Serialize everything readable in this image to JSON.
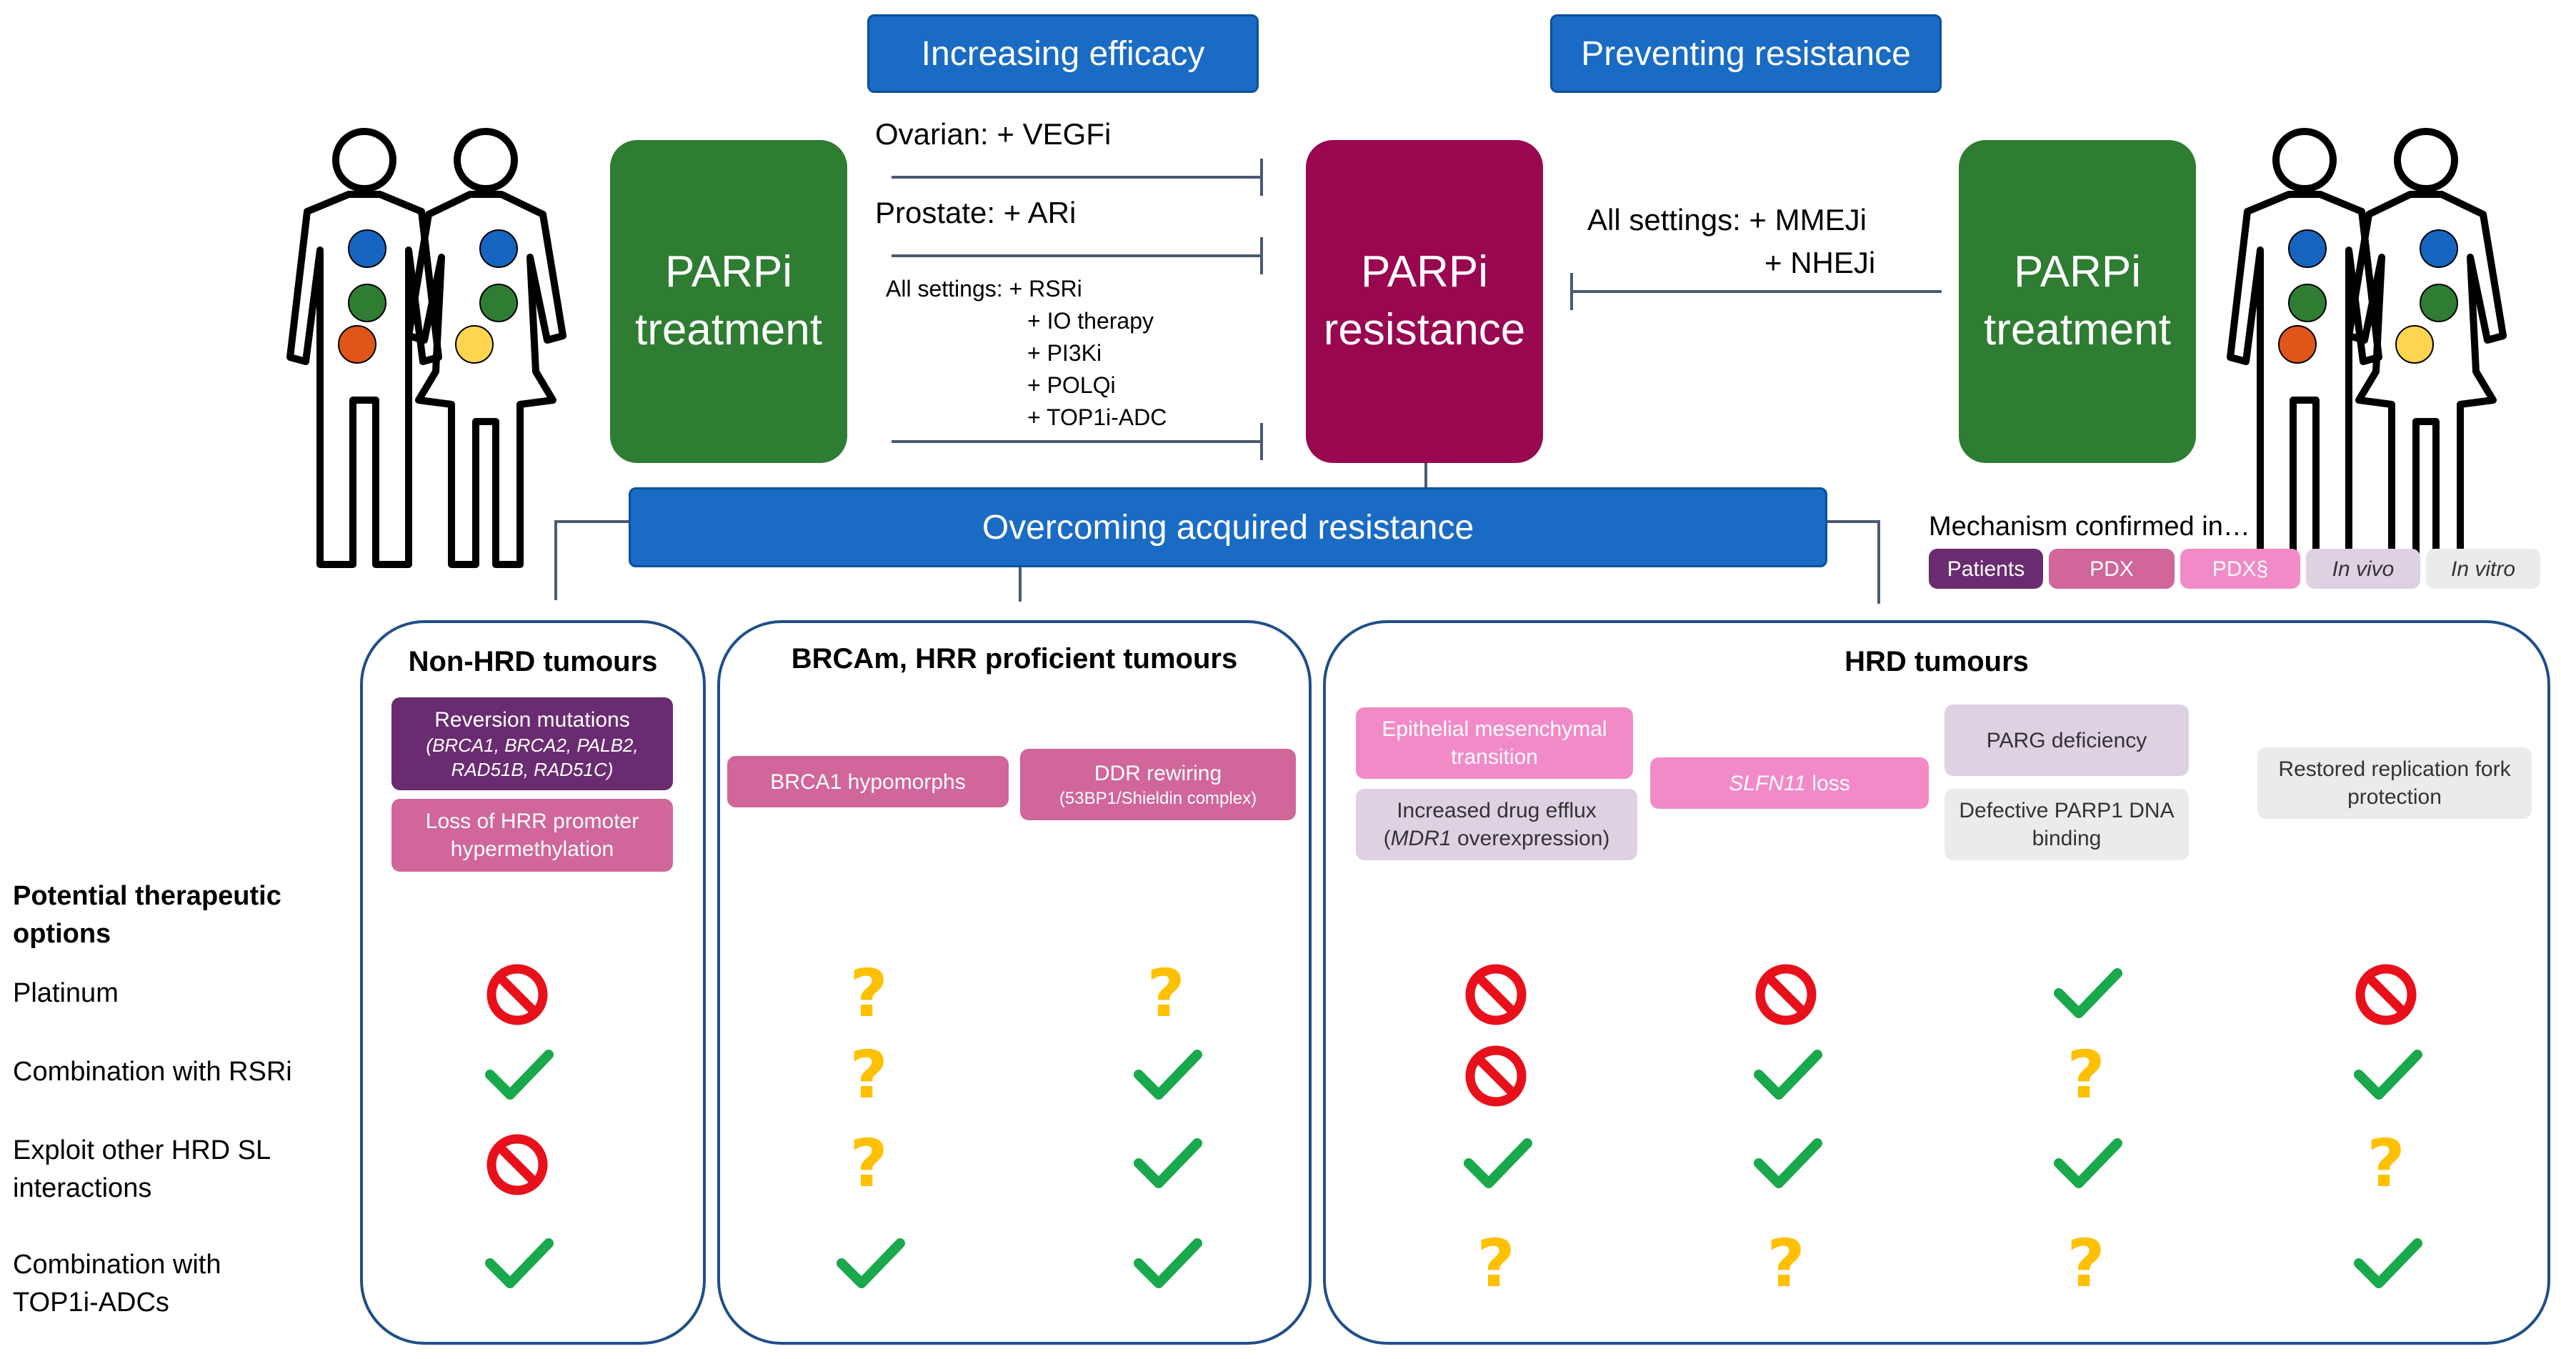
{
  "header": {
    "increasing_efficacy": "Increasing efficacy",
    "preventing_resistance": "Preventing resistance",
    "overcoming": "Overcoming acquired resistance"
  },
  "blocks": {
    "left_treatment": "PARPi treatment",
    "resistance": "PARPi resistance",
    "right_treatment": "PARPi treatment"
  },
  "left_combos": {
    "ovarian": "Ovarian: + VEGFi",
    "prostate": "Prostate: + ARi",
    "all_settings": [
      "All settings:  + RSRi",
      "+ IO therapy",
      "+ PI3Ki",
      "+ POLQi",
      "+ TOP1i-ADC"
    ]
  },
  "right_combos": {
    "line1": "All settings:  + MMEJi",
    "line2": "+ NHEJi"
  },
  "legend": {
    "title": "Mechanism confirmed in…",
    "items": [
      "Patients",
      "PDX",
      "PDX§",
      "In vivo",
      "In vitro"
    ]
  },
  "panels": {
    "non_hrd": "Non-HRD tumours",
    "brcam": "BRCAm, HRR proficient tumours",
    "hrd": "HRD tumours"
  },
  "mechanisms": {
    "reversion_title": "Reversion mutations",
    "reversion_genes_1": "(BRCA1, BRCA2, PALB2,",
    "reversion_genes_2": "RAD51B, RAD51C)",
    "loss_hrr": "Loss of HRR promoter hypermethylation",
    "brca1_hypo": "BRCA1 hypomorphs",
    "ddr_title": "DDR rewiring",
    "ddr_sub": "(53BP1/Shieldin complex)",
    "emt": "Epithelial mesenchymal transition",
    "drug_efflux_1": "Increased drug efflux",
    "drug_efflux_gene": "MDR1",
    "drug_efflux_2": " overexpression)",
    "slfn11_gene": "SLFN11",
    "slfn11_rest": " loss",
    "parg": "PARG deficiency",
    "defective_parp1": "Defective PARP1 DNA binding",
    "restored_fork": "Restored replication fork protection"
  },
  "options": {
    "heading": "Potential therapeutic options",
    "rows": [
      "Platinum",
      "Combination with RSRi",
      "Exploit other HRD SL interactions",
      "Combination with TOP1i-ADCs"
    ]
  },
  "matrix": {
    "columns": [
      "non_hrd",
      "brca1_hypomorphs",
      "ddr_rewiring",
      "emt_drug_efflux",
      "slfn11_loss",
      "parg_parp1",
      "restored_fork"
    ],
    "rows": [
      [
        "no",
        "q",
        "q",
        "no",
        "no",
        "yes",
        "no"
      ],
      [
        "yes",
        "q",
        "yes",
        "no",
        "yes",
        "q",
        "yes"
      ],
      [
        "no",
        "q",
        "yes",
        "yes",
        "yes",
        "yes",
        "q"
      ],
      [
        "yes",
        "yes",
        "yes",
        "q",
        "q",
        "q",
        "yes"
      ]
    ]
  },
  "colors": {
    "check": "#1aa84c",
    "prohibit": "#e8101a",
    "question": "#ffc000",
    "blue": "#1a6bc4",
    "green": "#2e7d32",
    "maroon": "#98074f",
    "person_dot_blue": "#1565c0",
    "person_dot_green": "#2e7d32",
    "person_dot_orange": "#e0561a",
    "person_dot_yellow": "#ffd54f"
  }
}
